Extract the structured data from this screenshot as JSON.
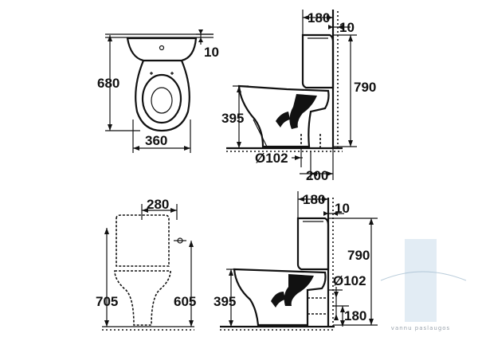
{
  "top_front": {
    "height": "680",
    "width": "360",
    "seat_gap": "10"
  },
  "top_side": {
    "tank_depth": "180",
    "wall_gap": "10",
    "total_height": "790",
    "bowl_height": "395",
    "outlet_diameter": "Ø102",
    "outlet_offset": "200"
  },
  "bottom_front": {
    "tank_width": "280",
    "total_height": "705",
    "inlet_height": "605"
  },
  "bottom_side": {
    "tank_depth": "180",
    "wall_gap": "10",
    "total_height": "790",
    "bowl_height": "395",
    "outlet_diameter": "Ø102",
    "outlet_height": "180"
  },
  "watermark": {
    "text": "vannu paslaugos",
    "accent": "#b9cfe0"
  }
}
